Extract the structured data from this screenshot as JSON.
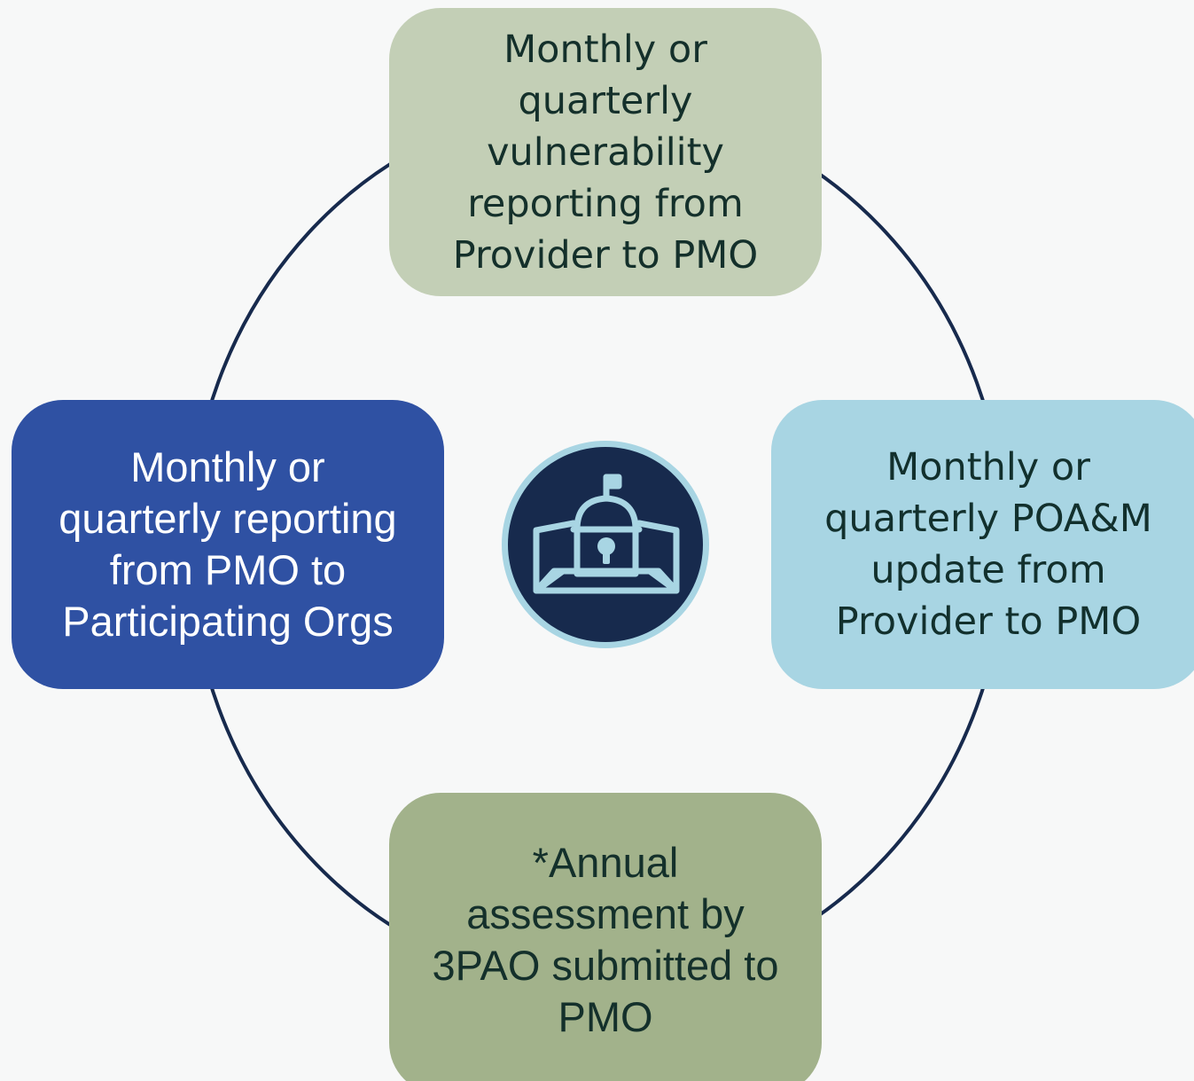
{
  "diagram": {
    "nodes": [
      {
        "id": "top",
        "text": "Monthly or\nquarterly\nvulnerability\nreporting from\nProvider to PMO"
      },
      {
        "id": "right",
        "text": "Monthly or\nquarterly POA&M\nupdate from\nProvider to PMO"
      },
      {
        "id": "bottom",
        "text": "*Annual\nassessment by\n3PAO submitted to\nPMO"
      },
      {
        "id": "left",
        "text": "Monthly or\nquarterly  reporting\nfrom PMO to\nParticipating Orgs"
      }
    ],
    "center_icon": "government-building-lock-icon",
    "colors": {
      "background": "#f7f8f8",
      "ring": "#172a4d",
      "top_box": "#c3cfb6",
      "right_box": "#a8d5e3",
      "bottom_box": "#a2b28b",
      "left_box": "#2f51a3",
      "icon_fill": "#172a4d",
      "icon_stroke": "#a8d5e3"
    }
  }
}
